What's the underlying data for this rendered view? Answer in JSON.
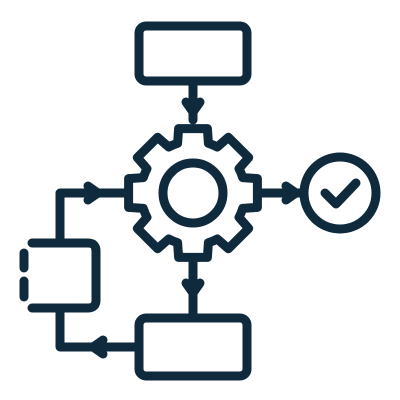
{
  "icon": {
    "name": "process-flow-icon",
    "stroke_color": "#0f2a3d",
    "background_color": "#ffffff",
    "elements": [
      "top-box",
      "arrow-top-to-gear",
      "gear-icon",
      "gear-center-ring",
      "arrow-gear-to-check",
      "check-circle-icon",
      "arrow-gear-to-bottom",
      "bottom-box",
      "arrow-bottom-to-left-loop",
      "left-dashed-box",
      "arrow-left-loop-to-gear"
    ]
  }
}
